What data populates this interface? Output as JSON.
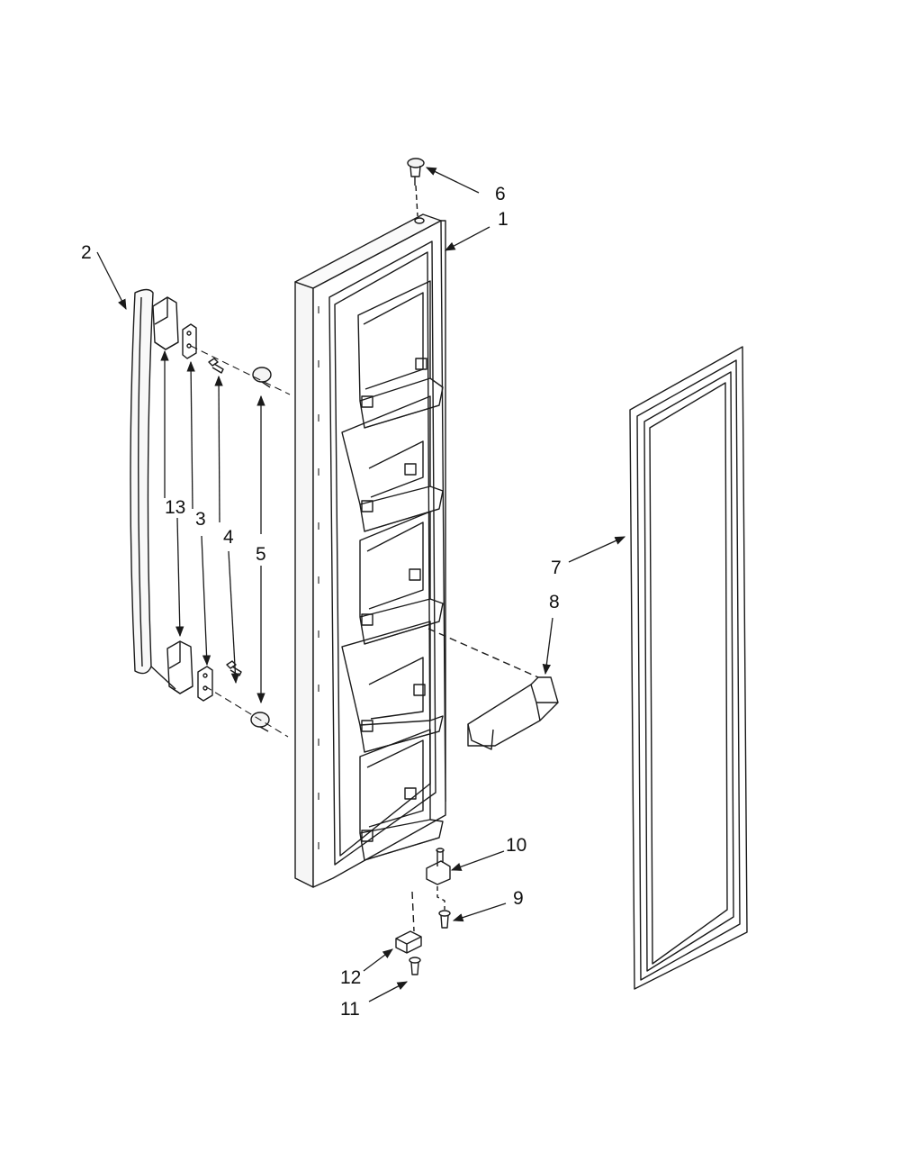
{
  "diagram": {
    "line_color": "#1a1a1a",
    "background": "#ffffff",
    "callouts": [
      {
        "id": "1",
        "text": "1"
      },
      {
        "id": "2",
        "text": "2"
      },
      {
        "id": "3",
        "text": "3"
      },
      {
        "id": "4",
        "text": "4"
      },
      {
        "id": "5",
        "text": "5"
      },
      {
        "id": "6",
        "text": "6"
      },
      {
        "id": "7",
        "text": "7"
      },
      {
        "id": "8",
        "text": "8"
      },
      {
        "id": "9",
        "text": "9"
      },
      {
        "id": "10",
        "text": "10"
      },
      {
        "id": "11",
        "text": "11"
      },
      {
        "id": "12",
        "text": "12"
      },
      {
        "id": "13",
        "text": "13"
      }
    ]
  }
}
